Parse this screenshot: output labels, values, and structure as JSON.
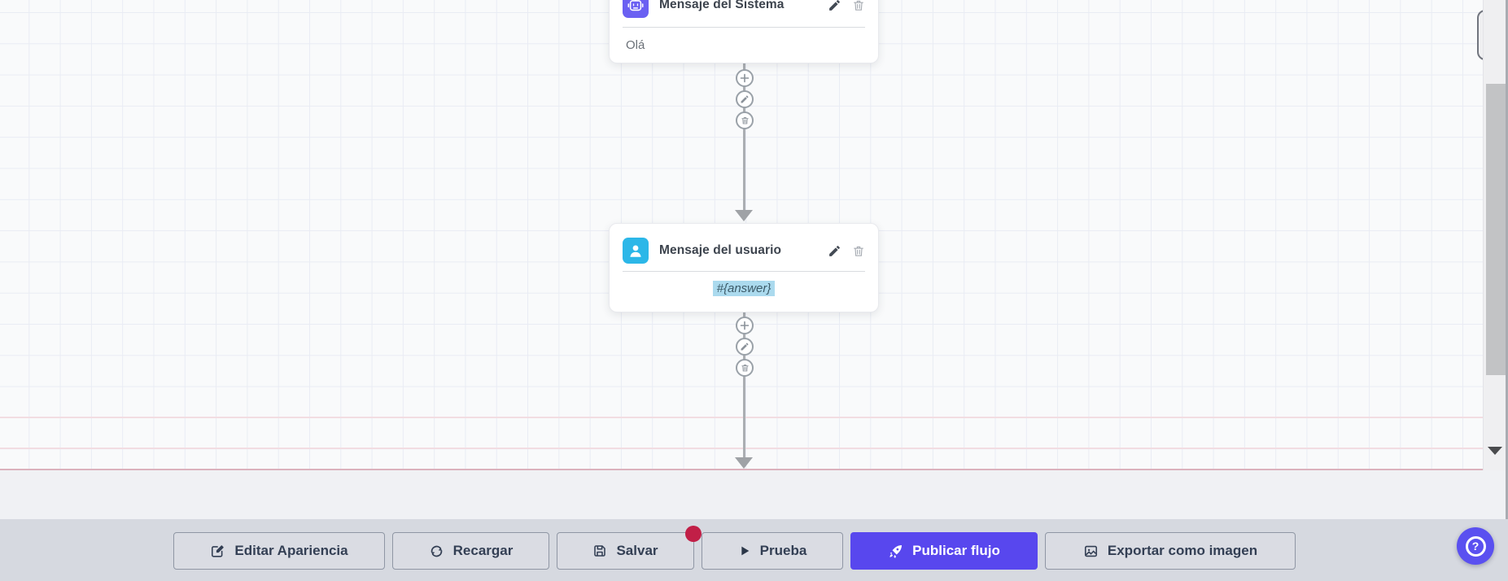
{
  "canvas": {
    "nodes": [
      {
        "id": "system-message",
        "title": "Mensaje del Sistema",
        "content": "Olá",
        "icon": "robot-icon",
        "icon_color": "#6a60f2"
      },
      {
        "id": "user-message",
        "title": "Mensaje del usuario",
        "content": "#{answer}",
        "icon": "user-icon",
        "icon_color": "#2cb7e8",
        "content_highlight_color": "#abdaee"
      }
    ],
    "connector_actions": [
      "add",
      "edit",
      "delete"
    ]
  },
  "toolbar": {
    "background": "#d6d9e0",
    "buttons": [
      {
        "label": "Editar Apariencia",
        "icon": "edit-icon"
      },
      {
        "label": "Recargar",
        "icon": "refresh-icon"
      },
      {
        "label": "Salvar",
        "icon": "save-icon",
        "badge": true
      },
      {
        "label": "Prueba",
        "icon": "play-icon"
      },
      {
        "label": "Publicar flujo",
        "icon": "rocket-icon",
        "accent": "#5847ee"
      },
      {
        "label": "Exportar como imagen",
        "icon": "image-icon"
      }
    ],
    "badge_color": "#c11f47"
  },
  "help": {
    "label": "?",
    "color": "#5a50f0"
  }
}
